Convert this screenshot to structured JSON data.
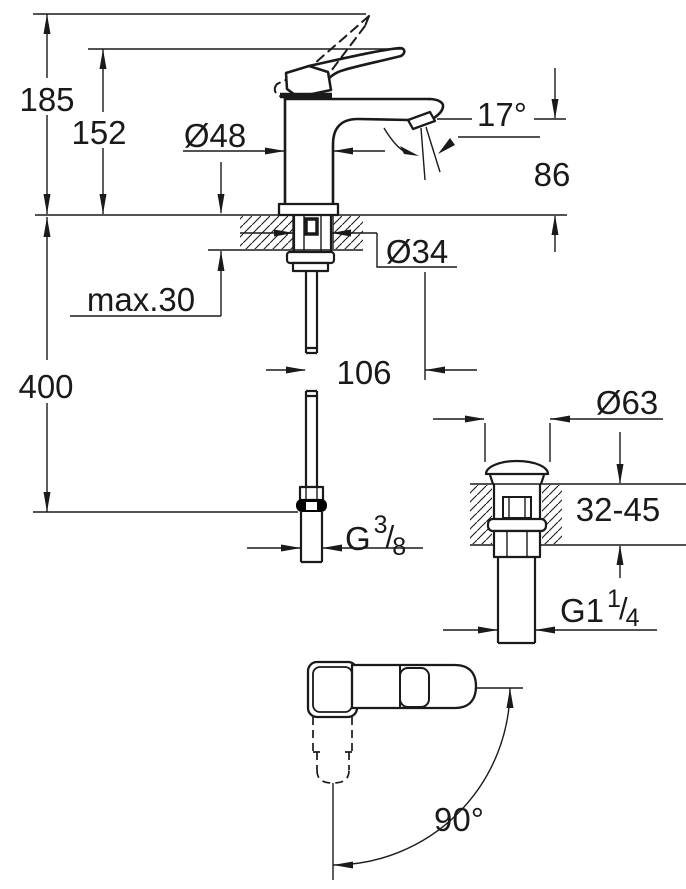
{
  "colors": {
    "ink": "#1a1a1a",
    "background": "#ffffff"
  },
  "labels": {
    "height_total": "185",
    "height_to_lever": "152",
    "body_diameter": "Ø48",
    "spout_angle": "17°",
    "spout_outlet_height": "86",
    "mounting_hole_diameter": "Ø34",
    "max_deck_thickness": "max.30",
    "supply_connection_depth": "400",
    "spout_reach": "106",
    "waste_flange_diameter": "Ø63",
    "waste_deck_thickness_range": "32-45",
    "supply_thread": {
      "base": "G",
      "sup": "3",
      "slash": "/",
      "sub": "8"
    },
    "waste_thread": {
      "base": "G1",
      "sup": "1",
      "slash": "/",
      "sub": "4"
    },
    "handle_swing_angle": "90°"
  }
}
